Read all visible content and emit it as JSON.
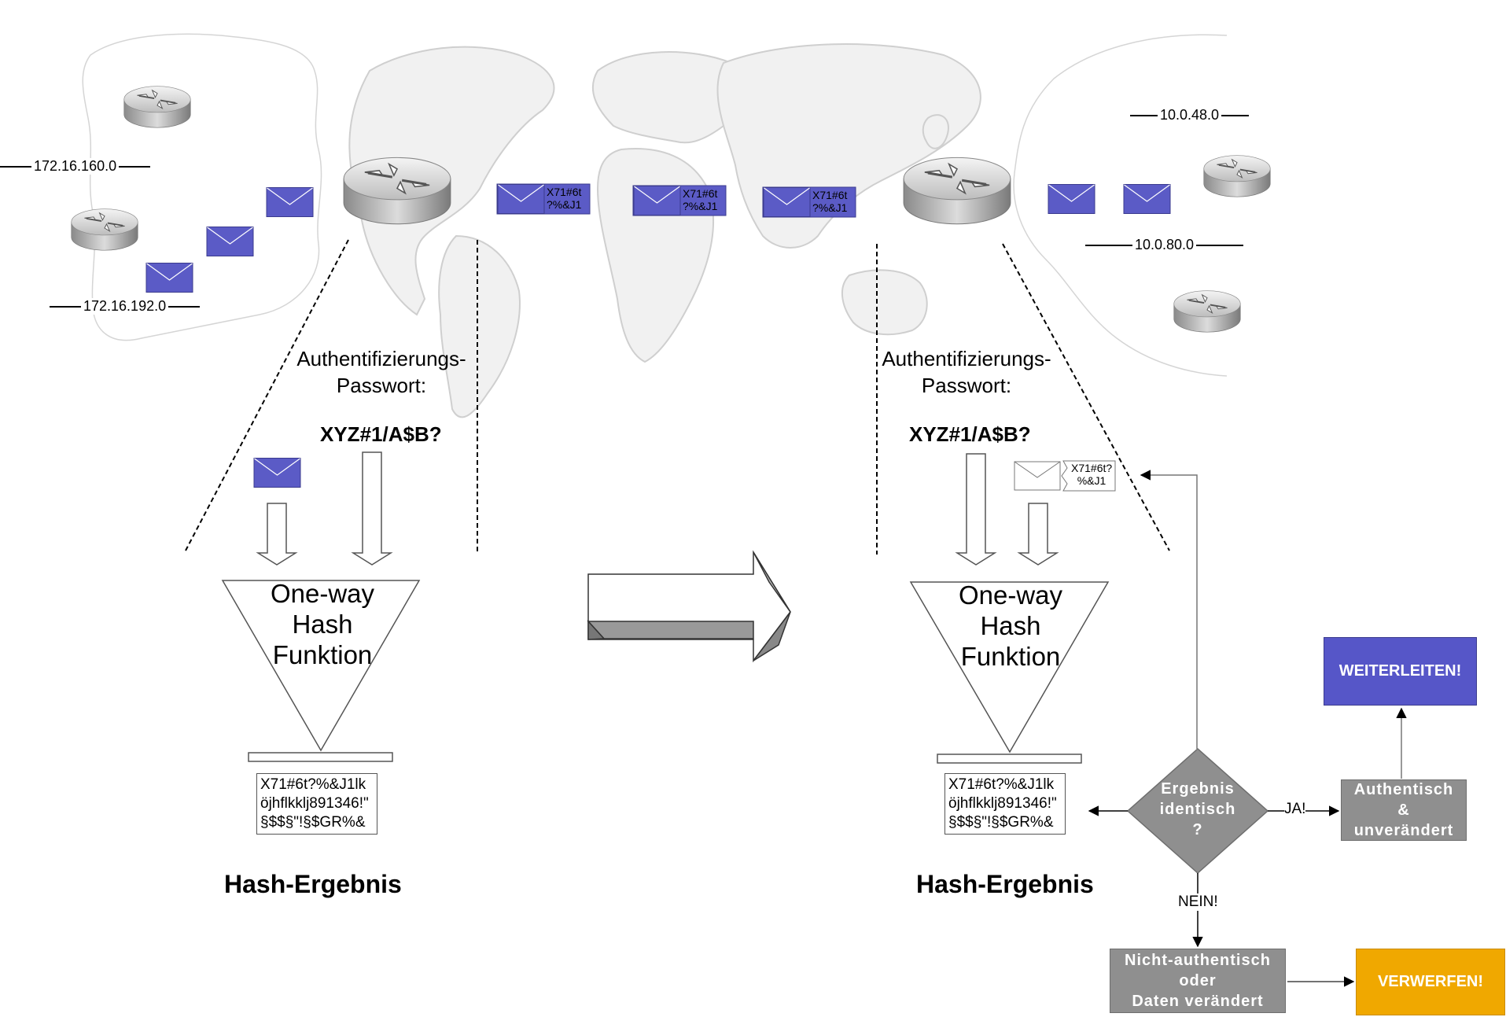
{
  "networks": {
    "left_top": "172.16.160.0",
    "left_bottom": "172.16.192.0",
    "right_top": "10.0.48.0",
    "right_bottom": "10.0.80.0"
  },
  "packets_in_transit": [
    {
      "code_line1": "X71#6t",
      "code_line2": "?%&J1"
    },
    {
      "code_line1": "X71#6t",
      "code_line2": "?%&J1"
    },
    {
      "code_line1": "X71#6t",
      "code_line2": "?%&J1"
    }
  ],
  "sender": {
    "auth_label_line1": "Authentifizierungs-",
    "auth_label_line2": "Passwort:",
    "password": "XYZ#1/A$B?",
    "hash_line1": "One-way",
    "hash_line2": "Hash",
    "hash_line3": "Funktion",
    "result_line1": "X71#6t?%&J1lk",
    "result_line2": "öjhflkklj891346!\"",
    "result_line3": "§$$§\"!§$GR%&",
    "result_caption": "Hash-Ergebnis"
  },
  "receiver": {
    "auth_label_line1": "Authentifizierungs-",
    "auth_label_line2": "Passwort:",
    "password": "XYZ#1/A$B?",
    "packet_code_line1": "X71#6t?",
    "packet_code_line2": "%&J1",
    "hash_line1": "One-way",
    "hash_line2": "Hash",
    "hash_line3": "Funktion",
    "result_line1": "X71#6t?%&J1lk",
    "result_line2": "öjhflkklj891346!\"",
    "result_line3": "§$$§\"!§$GR%&",
    "result_caption": "Hash-Ergebnis"
  },
  "flow": {
    "decision_line1": "Ergebnis",
    "decision_line2": "identisch",
    "decision_line3": "?",
    "yes_label": "JA!",
    "no_label": "NEIN!",
    "authentic_line1": "Authentisch",
    "authentic_line2": "&",
    "authentic_line3": "unverändert",
    "forward": "WEITERLEITEN!",
    "not_authentic_line1": "Nicht-authentisch",
    "not_authentic_line2": "oder",
    "not_authentic_line3": "Daten verändert",
    "discard": "VERWERFEN!"
  },
  "colors": {
    "packet_blue": "#5b5bc6",
    "forward_blue": "#5656c8",
    "discard_orange": "#f0a800",
    "flow_grey": "#8f8f8f"
  }
}
